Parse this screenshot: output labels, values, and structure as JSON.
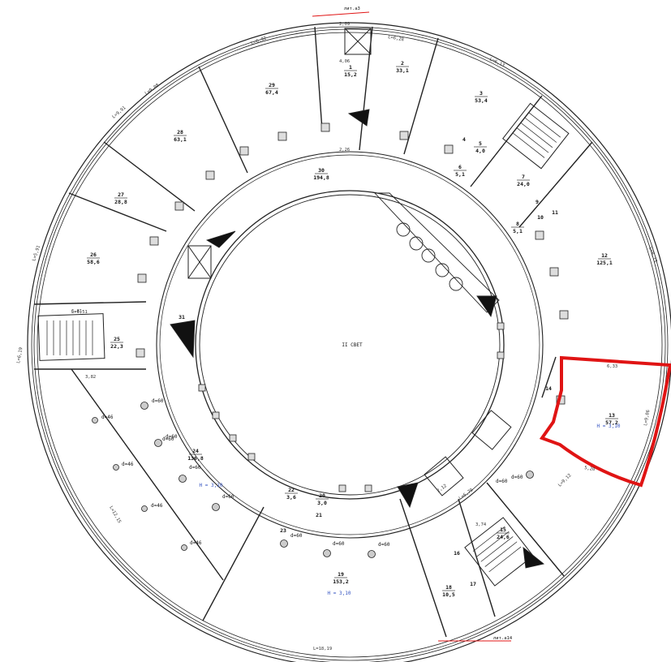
{
  "plan": {
    "centre_label": "II СВЕТ",
    "section_marks": [
      "лит.а3",
      "лит.а14"
    ],
    "highlight_color": "#e01414",
    "rooms": [
      {
        "num": "1",
        "area": "15,2"
      },
      {
        "num": "2",
        "area": "33,1"
      },
      {
        "num": "3",
        "area": "53,4"
      },
      {
        "num": "4",
        "area": ""
      },
      {
        "num": "5",
        "area": "4,0"
      },
      {
        "num": "6",
        "area": "5,1"
      },
      {
        "num": "7",
        "area": "24,0"
      },
      {
        "num": "8",
        "area": "5,1"
      },
      {
        "num": "9",
        "area": ""
      },
      {
        "num": "10",
        "area": ""
      },
      {
        "num": "11",
        "area": ""
      },
      {
        "num": "12",
        "area": "125,1"
      },
      {
        "num": "13",
        "area": "57,2"
      },
      {
        "num": "14",
        "area": ""
      },
      {
        "num": "15",
        "area": "24,6"
      },
      {
        "num": "16",
        "area": ""
      },
      {
        "num": "17",
        "area": ""
      },
      {
        "num": "18",
        "area": "10,5"
      },
      {
        "num": "19",
        "area": "153,2"
      },
      {
        "num": "20",
        "area": "3,0"
      },
      {
        "num": "21",
        "area": ""
      },
      {
        "num": "22",
        "area": "3,6"
      },
      {
        "num": "23",
        "area": ""
      },
      {
        "num": "24",
        "area": "136,8"
      },
      {
        "num": "25",
        "area": "22,3"
      },
      {
        "num": "26",
        "area": "58,6"
      },
      {
        "num": "27",
        "area": "28,8"
      },
      {
        "num": "28",
        "area": "63,1"
      },
      {
        "num": "29",
        "area": "67,4"
      },
      {
        "num": "30",
        "area": "194,8"
      },
      {
        "num": "31",
        "area": ""
      }
    ],
    "height_notes": [
      "H = 3,10",
      "H = 3,10",
      "H = 3,10"
    ],
    "column_notes": [
      "d=60",
      "d=60",
      "d=60",
      "d=60",
      "d=60",
      "d=60",
      "d=46",
      "d=46",
      "d=46",
      "d=46",
      "d=60",
      "d=60",
      "d=60",
      "d=60"
    ],
    "dimension_labels": [
      "L=6,92",
      "L=6,28",
      "L=6,13",
      "L=5,91",
      "L=6,19",
      "L=18,19",
      "L=9,91",
      "L=6,51",
      "L=9,08",
      "L=9,06",
      "L=8,13",
      "L=12,15",
      "L=6,79",
      "L=9,12",
      "4,06",
      "2,26",
      "6,33",
      "6,81",
      "3,74",
      "2,09",
      "3,82",
      "2,12",
      "5,20"
    ]
  }
}
